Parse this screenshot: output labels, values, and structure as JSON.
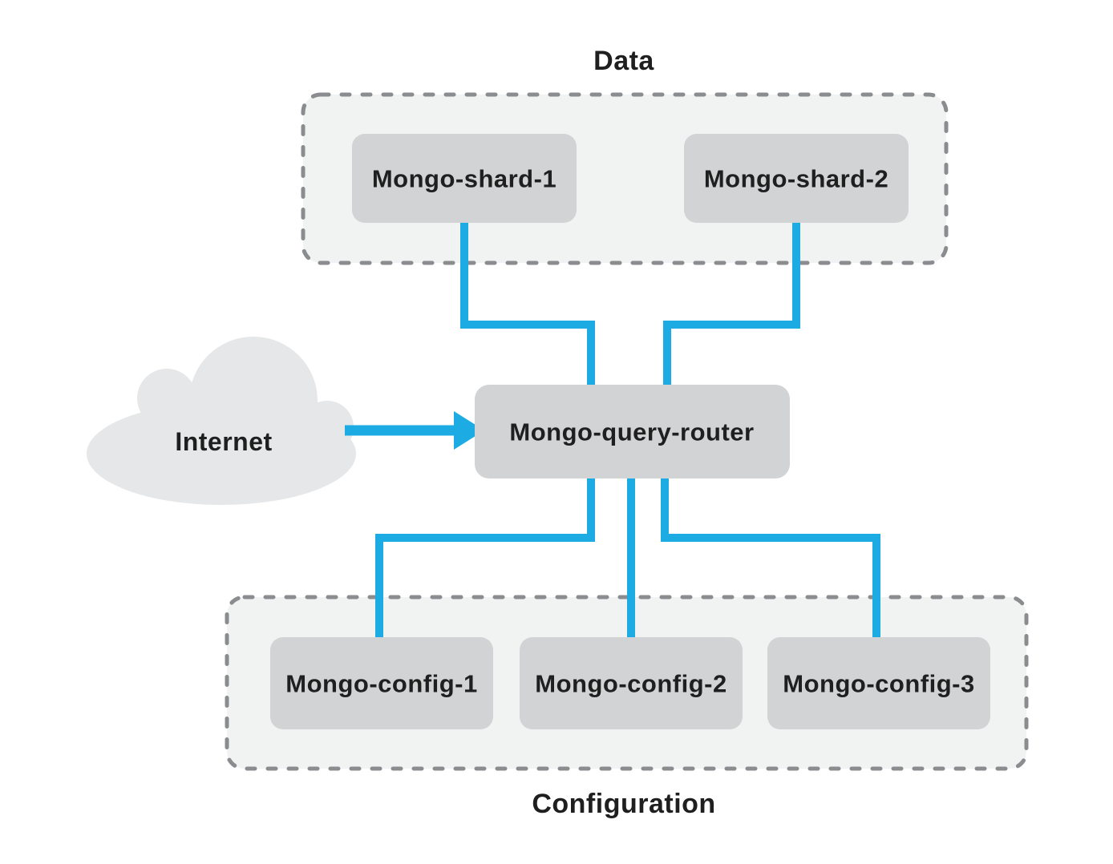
{
  "groups": {
    "data": {
      "label": "Data",
      "nodes": [
        {
          "label": "Mongo-shard-1"
        },
        {
          "label": "Mongo-shard-2"
        }
      ]
    },
    "configuration": {
      "label": "Configuration",
      "nodes": [
        {
          "label": "Mongo-config-1"
        },
        {
          "label": "Mongo-config-2"
        },
        {
          "label": "Mongo-config-3"
        }
      ]
    }
  },
  "router": {
    "label": "Mongo-query-router"
  },
  "internet": {
    "label": "Internet"
  },
  "edges": [
    {
      "from": "internet",
      "to": "mongo-query-router",
      "style": "arrow"
    },
    {
      "from": "mongo-shard-1",
      "to": "mongo-query-router"
    },
    {
      "from": "mongo-shard-2",
      "to": "mongo-query-router"
    },
    {
      "from": "mongo-query-router",
      "to": "mongo-config-1"
    },
    {
      "from": "mongo-query-router",
      "to": "mongo-config-2"
    },
    {
      "from": "mongo-query-router",
      "to": "mongo-config-3"
    }
  ],
  "colors": {
    "connector": "#1CACE3",
    "node_fill": "#d1d3d4",
    "group_fill": "#f1f2f2",
    "group_border": "#8a8c8f",
    "cloud_fill": "#e6e7e8",
    "text": "#1f1f1f",
    "background": "#ffffff"
  }
}
